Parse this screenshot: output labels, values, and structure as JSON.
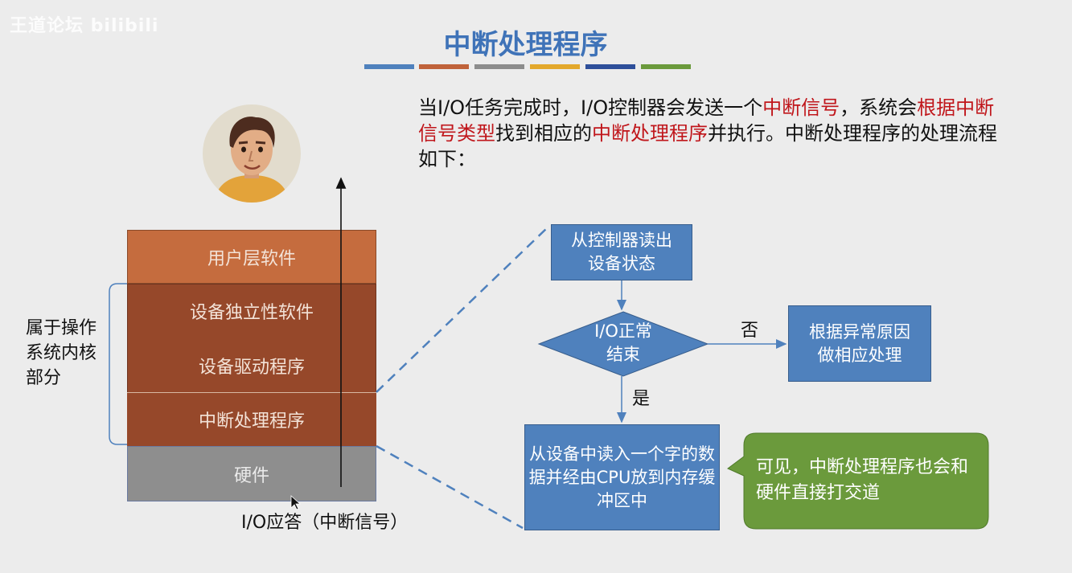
{
  "watermark": "王道论坛 bilibili",
  "title": "中断处理程序",
  "title_bar_colors": [
    "#4f81bd",
    "#c0623a",
    "#8c8c8c",
    "#e3a82b",
    "#2e4f9a",
    "#6b9a3c"
  ],
  "intro": {
    "p1": "当I/O任务完成时，I/O控制器会发送一个",
    "r1": "中断信号",
    "p2": "，系统会",
    "r2": "根据中断信号类型",
    "p3": "找到相应的",
    "r3": "中断处理程序",
    "p4": "并执行。中断处理程序的处理流程如下："
  },
  "layers": {
    "user": "用户层软件",
    "device_independent": "设备独立性软件",
    "driver": "设备驱动程序",
    "interrupt": "中断处理程序",
    "hardware": "硬件"
  },
  "kernel_label": "属于操作系统内核部分",
  "io_ack": "I/O应答（中断信号）",
  "flow": {
    "read_status": "从控制器读出设备状态",
    "check": "I/O正常结束",
    "no": "否",
    "yes": "是",
    "handle_error": "根据异常原因做相应处理",
    "read_word": "从设备中读入一个字的数据并经由CPU放到内存缓冲区中"
  },
  "callout": "可见，中断处理程序也会和硬件直接打交道",
  "colors": {
    "title": "#3f73b8",
    "highlight": "#c0161b",
    "flow_box": "#4f81bd",
    "callout": "#6b9a3c",
    "layer_user": "#c56c3e",
    "layer_kernel": "#96482a",
    "layer_hardware": "#8e8e8e"
  }
}
